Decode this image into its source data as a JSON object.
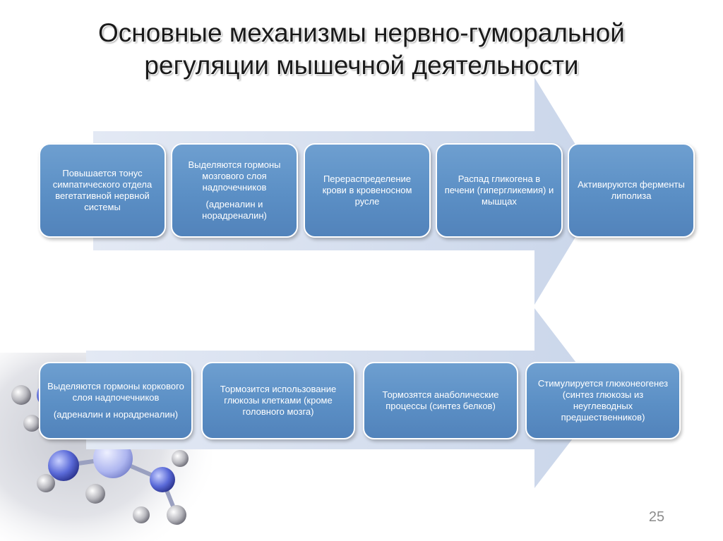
{
  "slide": {
    "title_line1": "Основные механизмы нервно-гуморальной",
    "title_line2": "регуляции мышечной деятельности",
    "page_number": "25"
  },
  "colors": {
    "box": "#5b8fc5",
    "arrow": "#d6e0f0",
    "text": "#ffffff"
  },
  "row1": [
    {
      "text": "Повышается тонус симпатического отдела вегетативной нервной системы"
    },
    {
      "text": "Выделяются гормоны мозгового слоя  надпочечников",
      "sub": "(адреналин и норадреналин)"
    },
    {
      "text": "Перераспределение крови в кровеносном русле"
    },
    {
      "text": "Распад гликогена в печени (гипергликемия) и мышцах"
    },
    {
      "text": "Активируются ферменты липолиза"
    }
  ],
  "row2": [
    {
      "text": "Выделяются гормоны коркового слоя надпочечников",
      "sub": "(адреналин и норадреналин)"
    },
    {
      "text": "Тормозится использование глюкозы клетками (кроме головного мозга)"
    },
    {
      "text": "Тормозятся анаболические процессы (синтез белков)"
    },
    {
      "text": "Стимулируется глюконеогенез (синтез глюкозы из неуглеводных предшественников)"
    }
  ]
}
